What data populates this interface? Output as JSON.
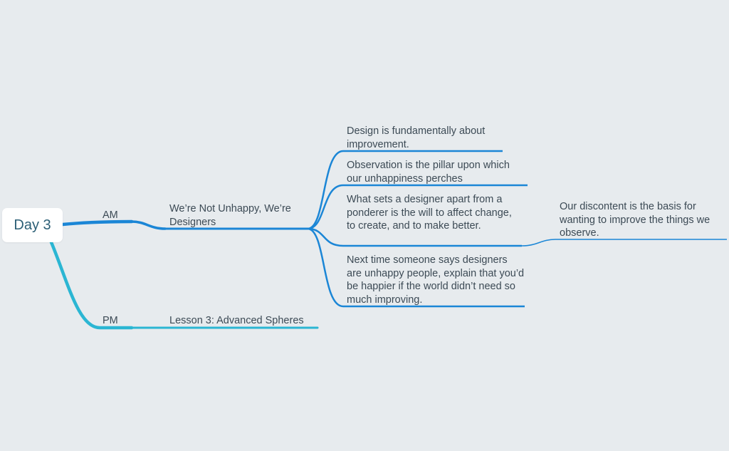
{
  "colors": {
    "background": "#e7ebee",
    "am_branch": "#1b86d6",
    "pm_branch": "#2bb6d3",
    "text": "#3c4a55",
    "root_text": "#2c5f76"
  },
  "root": {
    "label": "Day 3"
  },
  "branches": {
    "am": {
      "label": "AM",
      "topic": {
        "label": "We’re Not Unhappy, We’re Designers",
        "children": [
          "Design is fundamentally about improvement.",
          "Observation is the pillar upon which our unhappiness perches",
          "What sets a designer apart from a ponderer is the will to affect change, to create, and to make better.",
          "Next time someone says designers are unhappy people, explain that you’d be happier if the world didn’t need so much improving."
        ],
        "grandchild": "Our discontent is the basis for wanting to improve the things we observe."
      }
    },
    "pm": {
      "label": "PM",
      "topic": {
        "label": "Lesson 3: Advanced Spheres"
      }
    }
  }
}
